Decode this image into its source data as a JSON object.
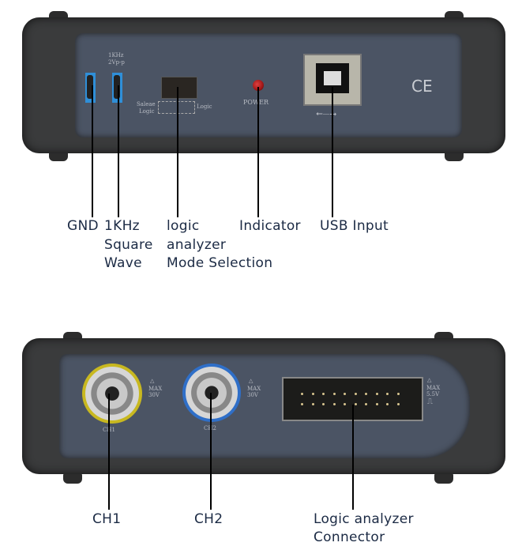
{
  "top_device": {
    "freq_label": "1KHz",
    "amp_label": "2Vp-p",
    "switch_left_label_1": "Saleae",
    "switch_left_label_2": "Logic",
    "switch_right_label": "Logic",
    "power_label": "POWER",
    "ce_mark": "CE"
  },
  "top_callouts": {
    "gnd": "GND",
    "square_wave": [
      "1KHz",
      "Square",
      "Wave"
    ],
    "mode": [
      "logic",
      "analyzer",
      "Mode Selection"
    ],
    "indicator": "Indicator",
    "usb": "USB Input"
  },
  "bottom_device": {
    "ch1_label": "CH1",
    "ch2_label": "CH2",
    "ch_max": [
      "MAX",
      "30V"
    ],
    "la_max": [
      "MAX",
      "5.5V"
    ]
  },
  "bottom_callouts": {
    "ch1": "CH1",
    "ch2": "CH2",
    "connector": [
      "Logic analyzer",
      "Connector"
    ]
  },
  "colors": {
    "panel": "#4b5464",
    "label": "#1b2a44",
    "led": "#a01818",
    "port_blue": "#2f8fd8"
  }
}
